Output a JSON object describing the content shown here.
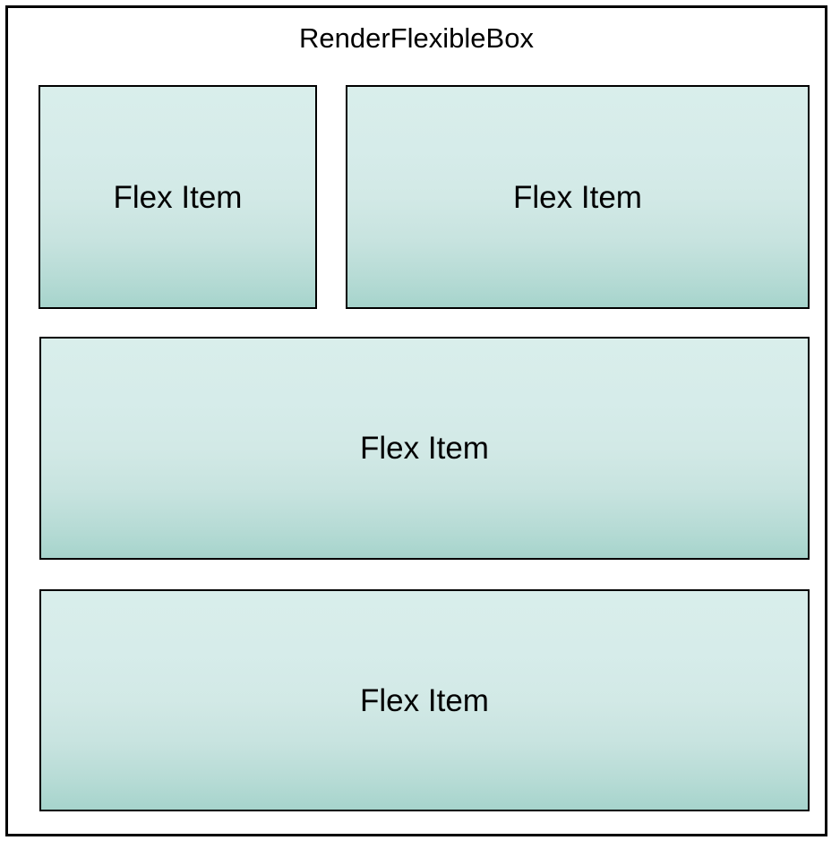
{
  "diagram": {
    "title": "RenderFlexibleBox",
    "container_name": "RenderFlexibleBox",
    "colors": {
      "border": "#000000",
      "background": "#ffffff",
      "item_gradient_top": "#d9eeeb",
      "item_gradient_bottom": "#a6d4cc",
      "text": "#000000"
    },
    "items": [
      {
        "label": "Flex Item",
        "name": "flex-item-1"
      },
      {
        "label": "Flex Item",
        "name": "flex-item-2"
      },
      {
        "label": "Flex Item",
        "name": "flex-item-3"
      },
      {
        "label": "Flex Item",
        "name": "flex-item-4"
      }
    ]
  }
}
